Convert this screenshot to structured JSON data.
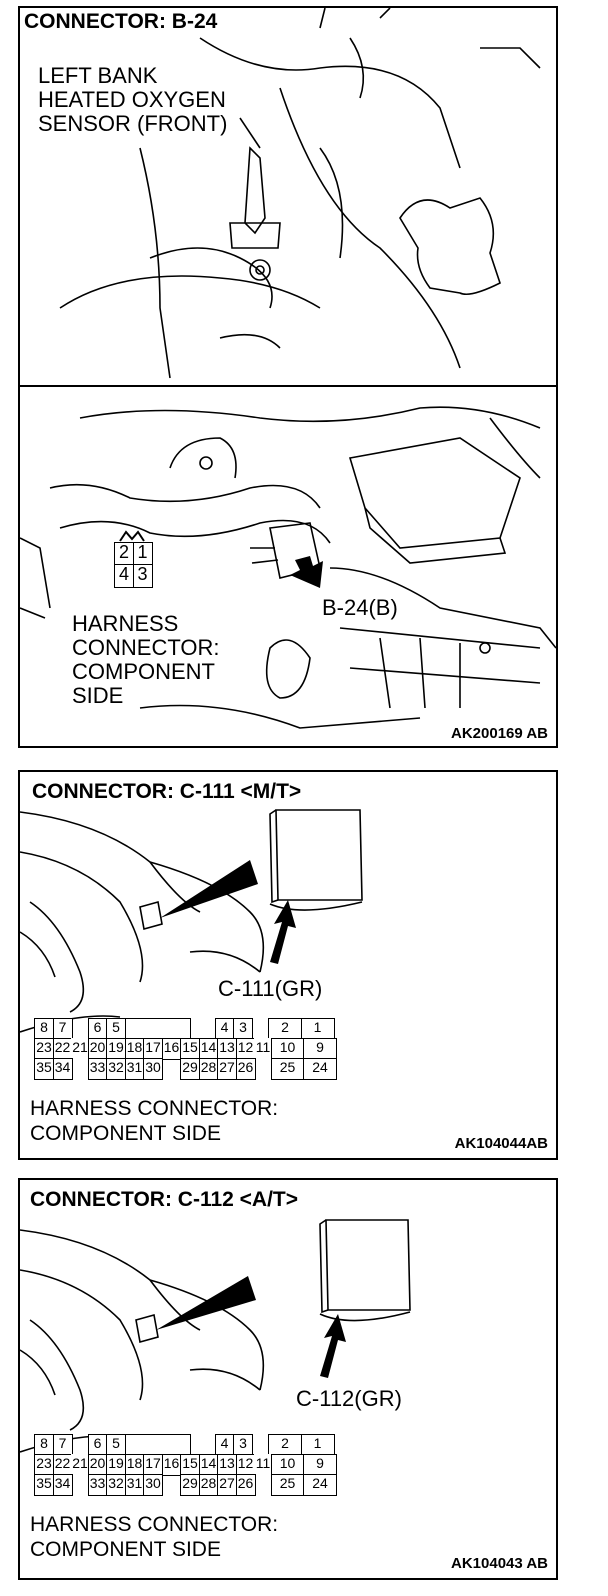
{
  "panel1": {
    "title": "CONNECTOR: B-24",
    "sensor_line1": "LEFT BANK",
    "sensor_line2": "HEATED OXYGEN",
    "sensor_line3": "SENSOR (FRONT)",
    "pins_top": [
      "2",
      "1"
    ],
    "pins_bottom": [
      "4",
      "3"
    ],
    "connector_callout": "B-24(B)",
    "harness_line1": "HARNESS",
    "harness_line2": "CONNECTOR:",
    "harness_line3": "COMPONENT",
    "harness_line4": "SIDE",
    "ref_code": "AK200169 AB"
  },
  "panel2": {
    "title": "CONNECTOR: C-111 <M/T>",
    "connector_callout": "C-111(GR)",
    "harness_line1": "HARNESS CONNECTOR:",
    "harness_line2": "COMPONENT SIDE",
    "ref_code": "AK104044AB"
  },
  "panel3": {
    "title": "CONNECTOR: C-112 <A/T>",
    "connector_callout": "C-112(GR)",
    "harness_line1": "HARNESS CONNECTOR:",
    "harness_line2": "COMPONENT SIDE",
    "ref_code": "AK104043 AB"
  },
  "pinout": {
    "row1": [
      "8",
      "7",
      "",
      "6",
      "5",
      "",
      "",
      "",
      "",
      "4",
      "3",
      "",
      "2",
      "1"
    ],
    "row2": [
      "23",
      "22",
      "21",
      "20",
      "19",
      "18",
      "17",
      "16",
      "15",
      "14",
      "13",
      "12",
      "11",
      "10",
      "9"
    ],
    "row3": [
      "35",
      "34",
      "",
      "33",
      "32",
      "31",
      "30",
      "",
      "29",
      "28",
      "27",
      "26",
      "",
      "25",
      "24"
    ]
  }
}
